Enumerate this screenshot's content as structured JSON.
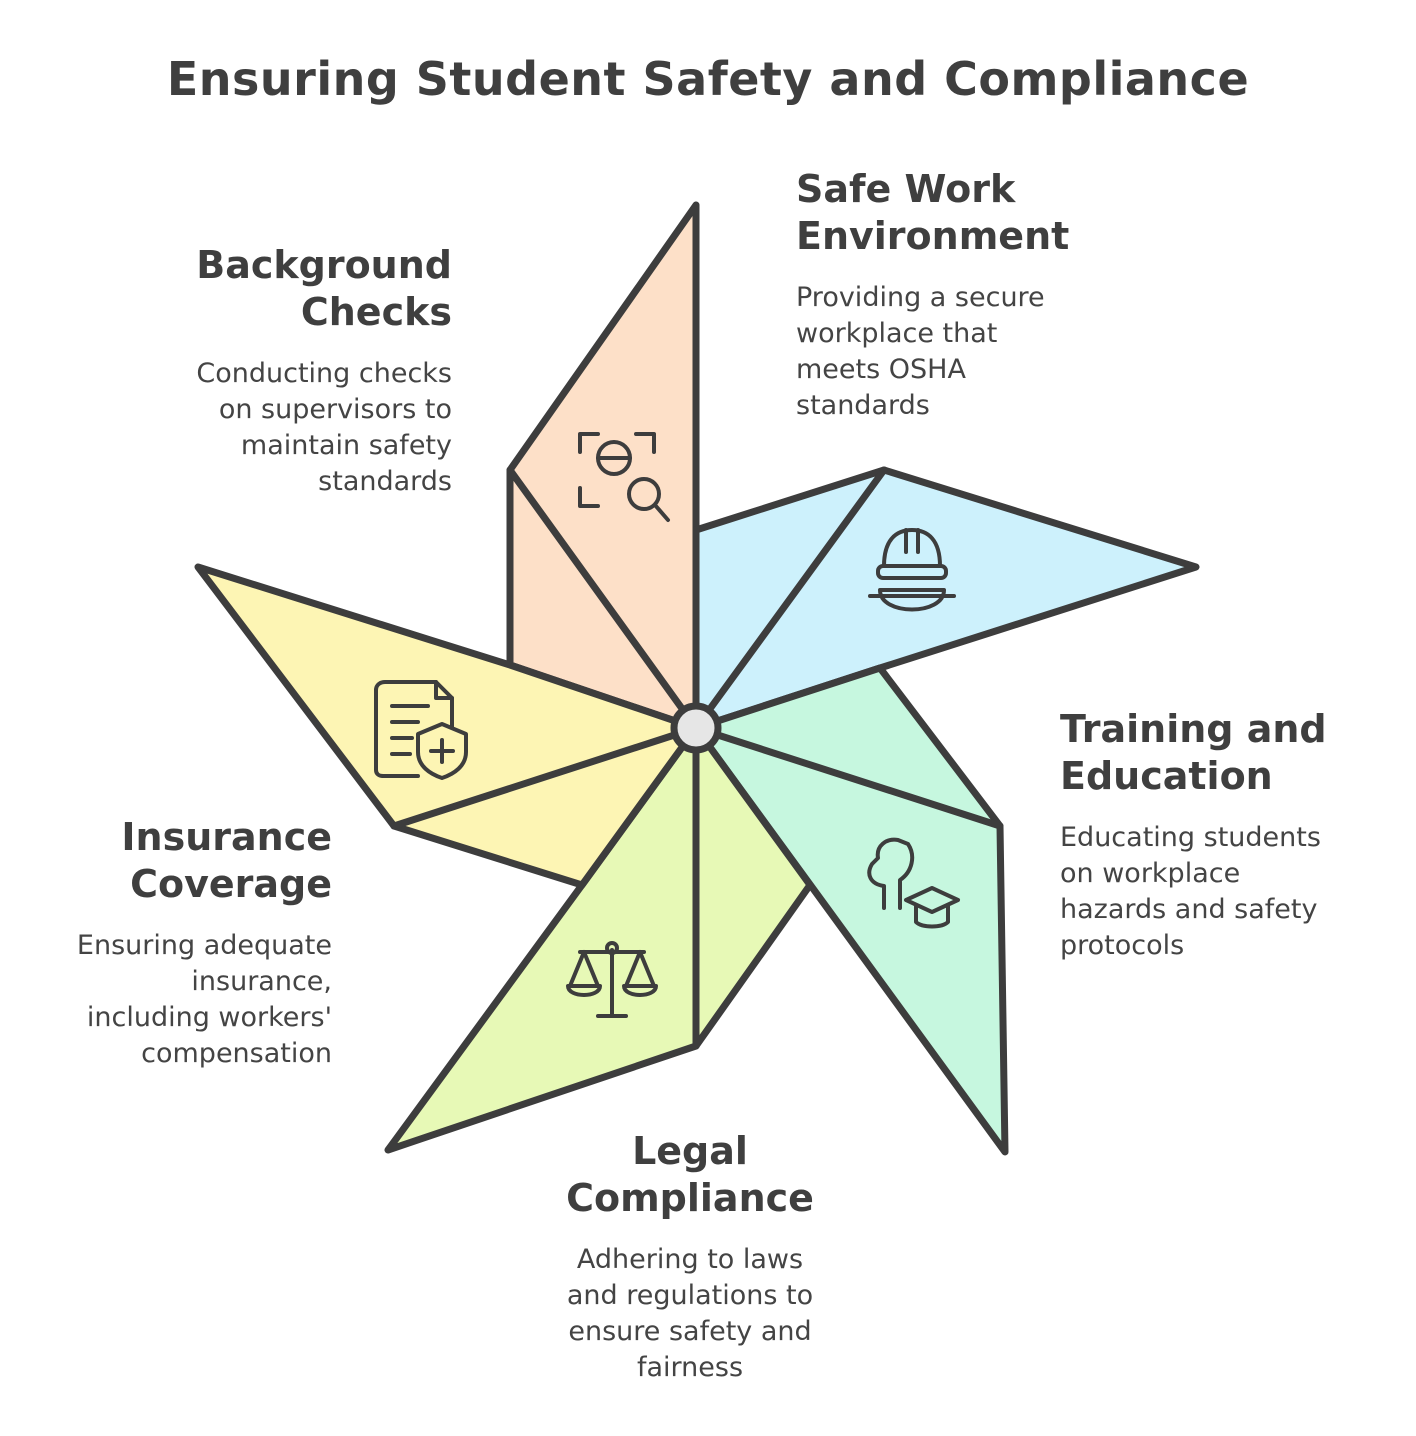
{
  "title": "Ensuring Student Safety and Compliance",
  "colors": {
    "outline": "#3d3d3d",
    "background_checks": "#fde0c8",
    "safe_work": "#cdf1fc",
    "training": "#c6f7df",
    "legal": "#e7f9b6",
    "insurance": "#fdf5b4",
    "hub": "#e6e6e6"
  },
  "sections": {
    "safe_work": {
      "heading_line1": "Safe Work",
      "heading_line2": "Environment",
      "desc_lines": [
        "Providing a secure",
        "workplace that",
        "meets OSHA",
        "standards"
      ],
      "icon": "hard-hat-goggles-icon"
    },
    "background_checks": {
      "heading_line1": "Background",
      "heading_line2": "Checks",
      "desc_lines": [
        "Conducting checks",
        "on supervisors to",
        "maintain safety",
        "standards"
      ],
      "icon": "person-search-icon"
    },
    "training": {
      "heading_line1": "Training and",
      "heading_line2": "Education",
      "desc_lines": [
        "Educating students",
        "on workplace",
        "hazards and safety",
        "protocols"
      ],
      "icon": "head-graduation-cap-icon"
    },
    "insurance": {
      "heading_line1": "Insurance",
      "heading_line2": "Coverage",
      "desc_lines": [
        "Ensuring adequate",
        "insurance,",
        "including workers'",
        "compensation"
      ],
      "icon": "document-shield-icon"
    },
    "legal": {
      "heading_line1": "Legal",
      "heading_line2": "Compliance",
      "desc_lines": [
        "Adhering to laws",
        "and regulations to",
        "ensure safety and",
        "fairness"
      ],
      "icon": "balance-scale-icon"
    }
  }
}
